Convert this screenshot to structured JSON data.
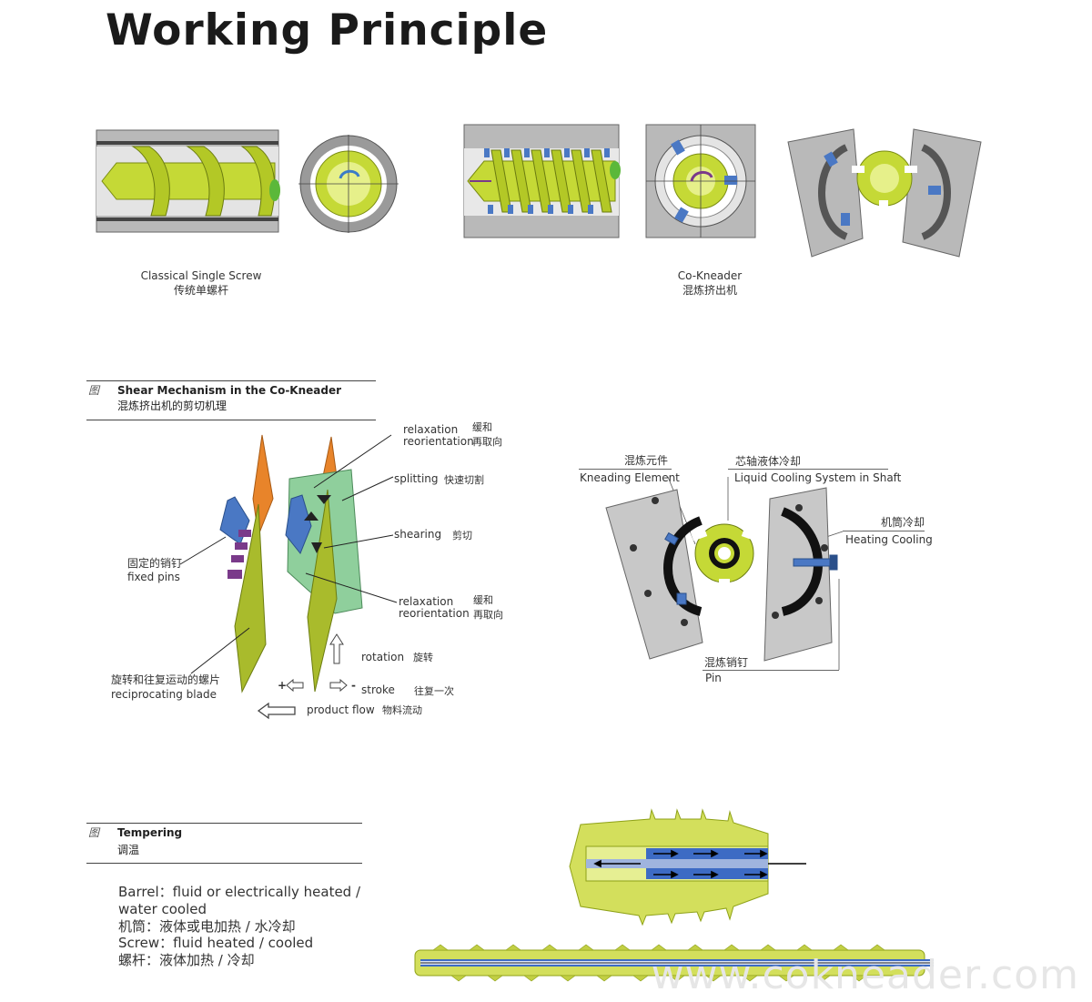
{
  "title": "Working Principle",
  "top_section": {
    "single_screw_caption_en": "Classical Single Screw",
    "single_screw_caption_zh": "传统单螺杆",
    "co_kneader_caption_en": "Co-Kneader",
    "co_kneader_caption_zh": "混炼挤出机"
  },
  "shear_figure": {
    "fig_mark": "图",
    "heading_en": "Shear Mechanism in the Co-Kneader",
    "heading_zh": "混炼挤出机的剪切机理",
    "labels": {
      "relaxation1_en": "relaxation",
      "reorientation1_en": "reorientation",
      "relax1_zh": "缓和",
      "reorient1_zh": "再取向",
      "splitting_en": "splitting",
      "splitting_zh": "快速切割",
      "shearing_en": "shearing",
      "shearing_zh": "剪切",
      "relaxation2_en": "relaxation",
      "reorientation2_en": "reorientation",
      "relax2_zh": "缓和",
      "reorient2_zh": "再取向",
      "fixed_pins_zh": "固定的销钉",
      "fixed_pins_en": "fixed pins",
      "rotation_en": "rotation",
      "rotation_zh": "旋转",
      "blade_zh": "旋转和往复运动的螺片",
      "blade_en": "reciprocating blade",
      "stroke_en": "stroke",
      "stroke_zh": "往复一次",
      "product_flow_en": "product flow",
      "product_flow_zh": "物料流动",
      "plus": "+",
      "minus": "-"
    }
  },
  "element_figure": {
    "kneading_zh": "混炼元件",
    "kneading_en": "Kneading Element",
    "cooling_shaft_zh": "芯轴液体冷却",
    "cooling_shaft_en": "Liquid Cooling System in Shaft",
    "barrel_zh": "机筒冷却",
    "barrel_en": "Heating Cooling",
    "pin_zh": "混炼销钉",
    "pin_en": "Pin"
  },
  "tempering": {
    "fig_mark": "图",
    "heading_en": "Tempering",
    "heading_zh": "调温",
    "line1": "Barrel：fluid  or electrically heated /",
    "line2": "water cooled",
    "line3": "机筒：液体或电加热 / 水冷却",
    "line4": "Screw：fluid heated / cooled",
    "line5": "螺杆：液体加热 / 冷却"
  },
  "watermark": "www.cokneader.com",
  "colors": {
    "lime": "#c5d936",
    "lime_dark": "#9bb31c",
    "orange": "#e8842a",
    "blue": "#4a78c4",
    "green_mass": "#8fcf9c",
    "steel": "#c8c8c8",
    "purple": "#7a3a8a"
  }
}
